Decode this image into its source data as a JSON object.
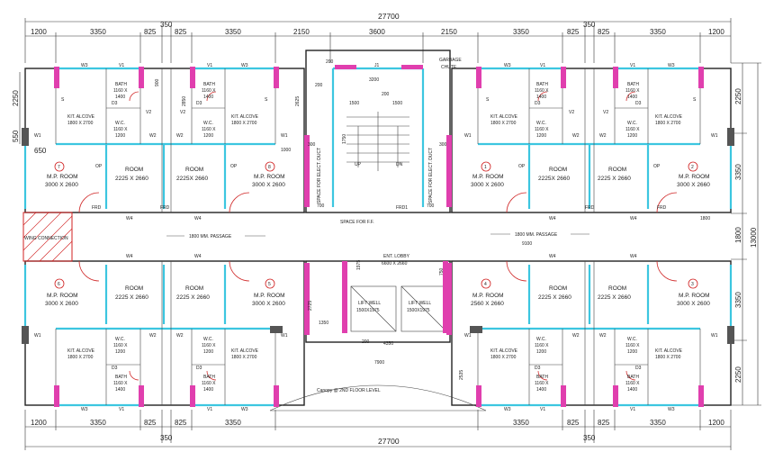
{
  "dims": {
    "overall_top": "27700",
    "overall_bottom": "27700",
    "top_segments": [
      "1200",
      "3350",
      "825",
      "825",
      "3350",
      "2150",
      "3600",
      "2150",
      "3350",
      "825",
      "825",
      "3350",
      "1200"
    ],
    "top_small": [
      "350",
      "350"
    ],
    "bottom_segments": [
      "1200",
      "3350",
      "825",
      "825",
      "3350",
      "3350",
      "825",
      "825",
      "3350",
      "1200"
    ],
    "bottom_small": [
      "350",
      "350"
    ],
    "right_side": [
      "2250",
      "3350",
      "1800",
      "3350",
      "2250"
    ],
    "right_total": "13000",
    "left_side": [
      "2250",
      "550",
      "650"
    ],
    "misc": [
      "7900",
      "4350",
      "9100",
      "1800",
      "200",
      "200",
      "1350",
      "200",
      "2725",
      "1975",
      "750",
      "700",
      "700",
      "300",
      "300",
      "1000",
      "2535",
      "2625",
      "900",
      "2850",
      "1500",
      "200",
      "1500",
      "1750",
      "3200"
    ]
  },
  "rooms": {
    "mp_room": "M.P. ROOM",
    "mp_size": "3000 X 2600",
    "mp_size_alt": "3000 X 2660",
    "mp4_size": "2560 X 2660",
    "room": "ROOM",
    "room_size": "2225 X 2660",
    "room_size_alt": "2225X 2660",
    "kit": "KIT. ALCOVE",
    "kit_size": "1800 X 2700",
    "bath": "BATH",
    "bath_size1": "1160 X",
    "bath_size2": "1400",
    "wc": "W.C.",
    "wc_size1": "1160 X",
    "wc_size2": "1200",
    "numbers": [
      "7",
      "8",
      "1",
      "2",
      "6",
      "5",
      "4",
      "3"
    ]
  },
  "labels": {
    "passage_left": "1800 MM. PASSAGE",
    "passage_right": "1800 MM. PASSAGE",
    "wing": "WING CONNECTION",
    "garbage1": "GARBAGE",
    "garbage2": "CHUTE",
    "space_ff": "SPACE FOR F.F.",
    "ent1": "ENT. LOBBY",
    "ent2": "6600 X 2660",
    "lift": "LIFT WELL",
    "lift_size": "1500X1975",
    "canopy": "Canopy @ 2ND FLOOR LEVEL",
    "shaft": "SPACE FOR ELECT. DUCT",
    "up": "UP",
    "dn": "DN",
    "j1": "J1",
    "frd": "FRD",
    "frd1": "FRD1",
    "w1": "W1",
    "w2": "W2",
    "w3": "W3",
    "w4": "W4",
    "v1": "V1",
    "v2": "V2",
    "d3": "D3",
    "op": "OP",
    "s": "S"
  }
}
